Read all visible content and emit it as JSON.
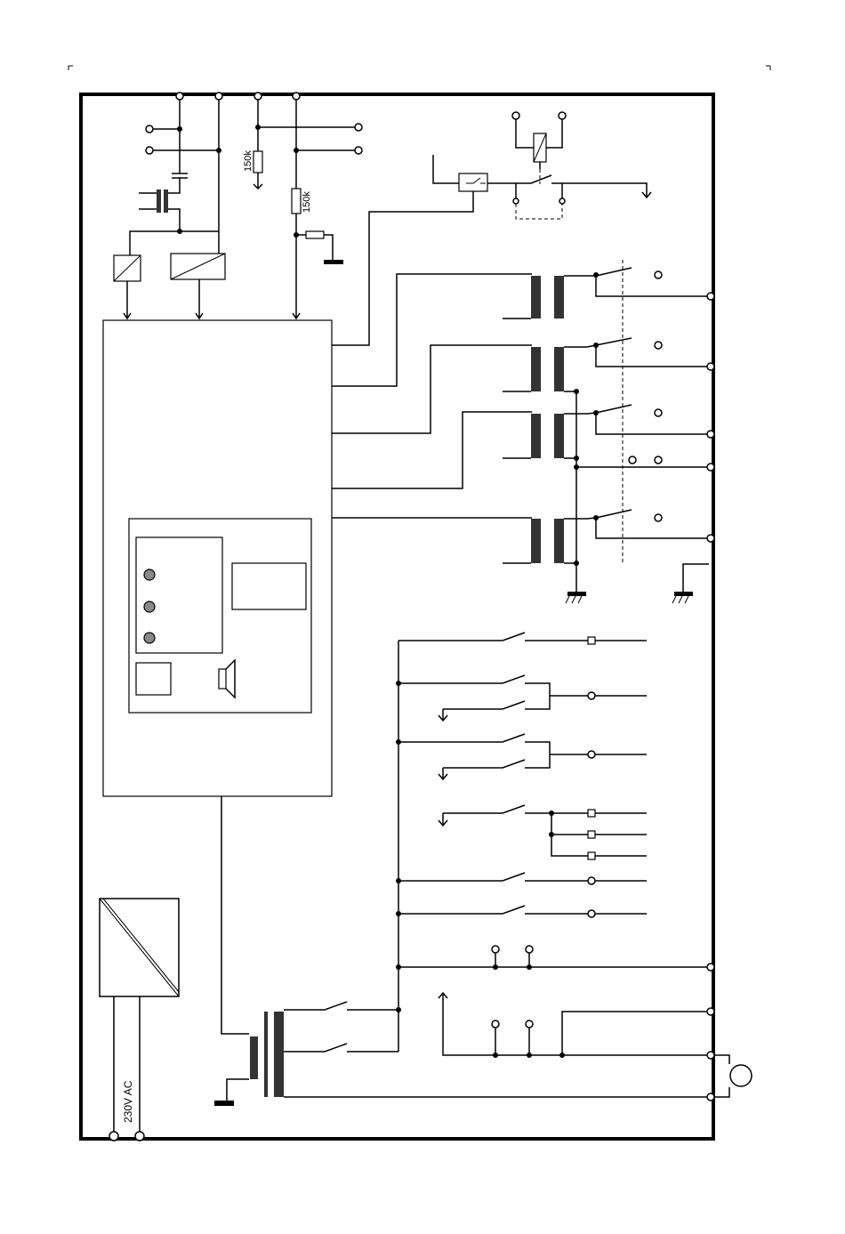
{
  "labels": {
    "resistor_1": "150k",
    "resistor_2": "150k",
    "mains": "230V AC"
  },
  "colors": {
    "line": "#000000",
    "core": "#333333",
    "led": "#888888",
    "background": "#ffffff"
  }
}
